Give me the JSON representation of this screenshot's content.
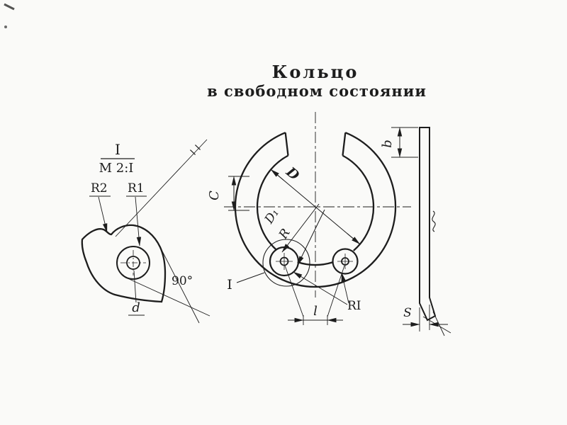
{
  "colors": {
    "ink": "#1d1d1d",
    "paper": "#fafaf8"
  },
  "title": {
    "line1": "Кольцо",
    "line2": "в свободном состоянии"
  },
  "ring": {
    "c": "C",
    "D": "D",
    "D1": "D₁",
    "R": "R",
    "callout": "I",
    "l": "l",
    "R1": "RI"
  },
  "side": {
    "b": "b",
    "s": "S"
  },
  "detail": {
    "ref": "I",
    "scale": "М 2:I",
    "r2": "R2",
    "r1": "R1",
    "d": "d",
    "angle": "90°"
  }
}
